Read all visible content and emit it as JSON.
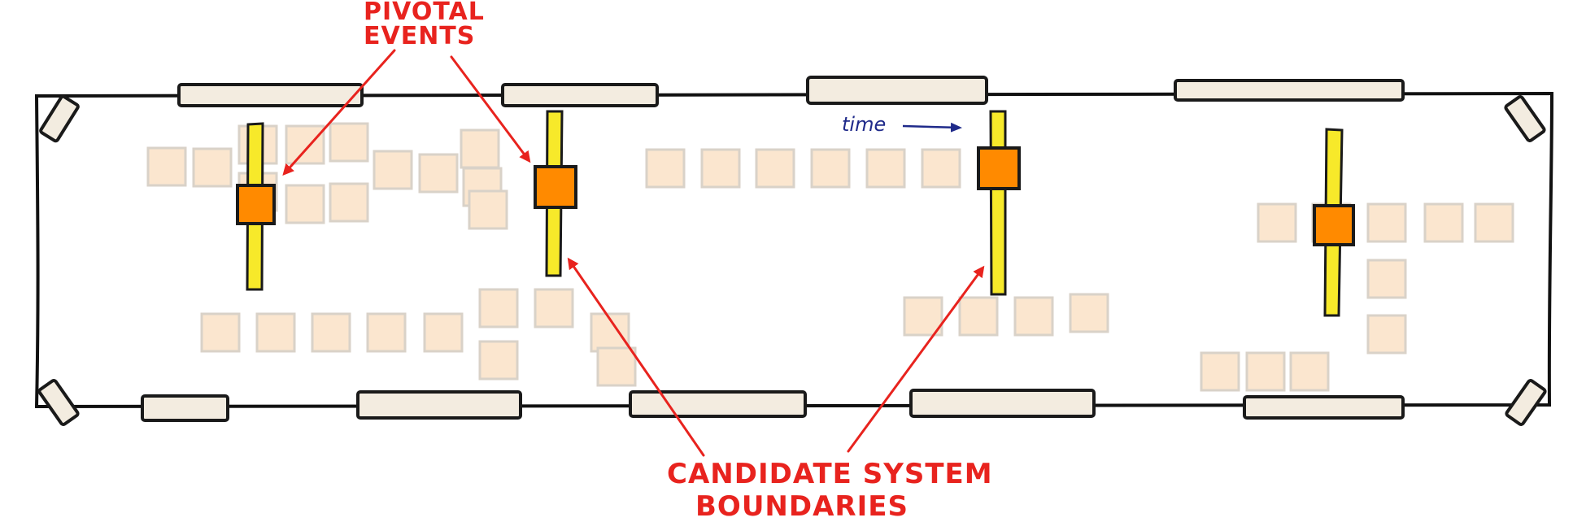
{
  "labels": {
    "pivotal_line1": "PIVOTAL",
    "pivotal_line2": "EVENTS",
    "time": "time",
    "candidate_line1": "CANDIDATE SYSTEM",
    "candidate_line2": "BOUNDARIES"
  },
  "colors": {
    "annotation_red": "#e8231e",
    "annotation_blue": "#1f2a8a",
    "pivotal_orange": "#ff8a00",
    "boundary_yellow": "#f7e92a",
    "sticky_note": "#fbe6cf",
    "tape": "#f3ece0"
  },
  "legend": {
    "pivotal_events": "orange squares",
    "candidate_boundaries": "yellow vertical bars"
  }
}
